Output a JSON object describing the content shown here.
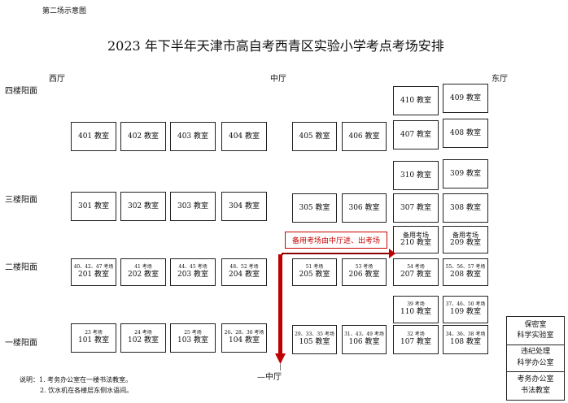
{
  "caption": "第二场示意图",
  "title": "2023 年下半年天津市高自考西青区实验小学考点考场安排",
  "halls": {
    "west": "西厅",
    "middle": "中厅",
    "east": "东厅",
    "bottom": "中厅"
  },
  "floors": {
    "f4": "四楼阳面",
    "f3": "三楼阳面",
    "f2": "二楼阳面",
    "f1": "一楼阳面"
  },
  "rooms": {
    "r410": {
      "name": "410 教室"
    },
    "r409": {
      "name": "409 教室"
    },
    "r401": {
      "name": "401 教室"
    },
    "r402": {
      "name": "402 教室"
    },
    "r403": {
      "name": "403 教室"
    },
    "r404": {
      "name": "404 教室"
    },
    "r405": {
      "name": "405 教室"
    },
    "r406": {
      "name": "406 教室"
    },
    "r407": {
      "name": "407 教室"
    },
    "r408": {
      "name": "408 教室"
    },
    "r310": {
      "name": "310 教室"
    },
    "r309": {
      "name": "309 教室"
    },
    "r301": {
      "name": "301 教室"
    },
    "r302": {
      "name": "302 教室"
    },
    "r303": {
      "name": "303 教室"
    },
    "r304": {
      "name": "304 教室"
    },
    "r305": {
      "name": "305 教室"
    },
    "r306": {
      "name": "306 教室"
    },
    "r307": {
      "name": "307 教室"
    },
    "r308": {
      "name": "308 教室"
    },
    "r210": {
      "exam": "备用考场",
      "name": "210 教室"
    },
    "r209": {
      "exam": "备用考场",
      "name": "209 教室"
    },
    "r201": {
      "exam": "40、42、47 考场",
      "name": "201 教室"
    },
    "r202": {
      "exam": "41 考场",
      "name": "202 教室"
    },
    "r203": {
      "exam": "44、45 考场",
      "name": "203 教室"
    },
    "r204": {
      "exam": "48、52 考场",
      "name": "204 教室"
    },
    "r205": {
      "exam": "51 考场",
      "name": "205 教室"
    },
    "r206": {
      "exam": "53 考场",
      "name": "206 教室"
    },
    "r207": {
      "exam": "54 考场",
      "name": "207 教室"
    },
    "r208": {
      "exam": "55、56、57 考场",
      "name": "208 教室"
    },
    "r110": {
      "exam": "39 考场",
      "name": "110 教室"
    },
    "r109": {
      "exam": "37、46、50 考场",
      "name": "109 教室"
    },
    "r101": {
      "exam": "23 考场",
      "name": "101 教室"
    },
    "r102": {
      "exam": "24 考场",
      "name": "102 教室"
    },
    "r103": {
      "exam": "25 考场",
      "name": "103 教室"
    },
    "r104": {
      "exam": "26、28、30 考场",
      "name": "104 教室"
    },
    "r105": {
      "exam": "29、33、35 考场",
      "name": "105 教室"
    },
    "r106": {
      "exam": "31、43、49 考场",
      "name": "106 教室"
    },
    "r107": {
      "exam": "32 考场",
      "name": "107 教室"
    },
    "r108": {
      "exam": "34、36、38 考场",
      "name": "108 教室"
    }
  },
  "notice": "备用考场由中厅进、出考场",
  "side_rooms": {
    "safe": {
      "l1": "保密室",
      "l2": "科学实验室"
    },
    "violation": {
      "l1": "违纪处理",
      "l2": "科学办公室"
    },
    "office": {
      "l1": "考务办公室",
      "l2": "书法教室"
    }
  },
  "notes": {
    "l1": "说明：1. 考务办公室在一楼书法教室。",
    "l2": "2. 饮水机在各楼层东侧水语间。"
  },
  "colors": {
    "arrow": "#c00000",
    "notice": "#cc0000"
  }
}
